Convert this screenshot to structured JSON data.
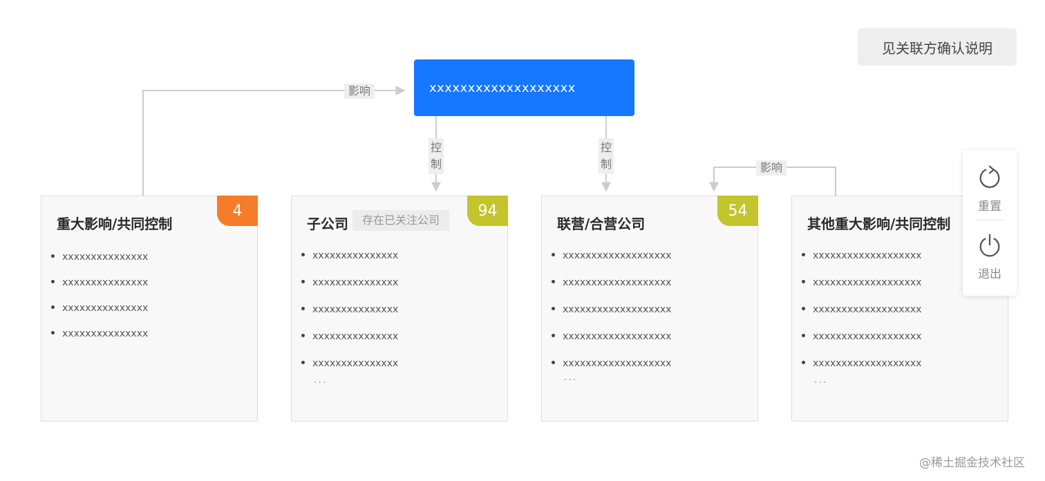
{
  "explain_button": "见关联方确认说明",
  "center_node": "xxxxxxxxxxxxxxxxxxx",
  "edges": {
    "influence_top": "影响",
    "control_left": "控制",
    "control_right": "控制",
    "influence_right": "影响"
  },
  "cards": [
    {
      "title": "重大影响/共同控制",
      "badge": "4",
      "items": [
        "xxxxxxxxxxxxxxx",
        "xxxxxxxxxxxxxxx",
        "xxxxxxxxxxxxxxx",
        "xxxxxxxxxxxxxxx"
      ],
      "more": ""
    },
    {
      "title": "子公司",
      "tag": "存在已关注公司",
      "badge": "94",
      "items": [
        "xxxxxxxxxxxxxxx",
        "xxxxxxxxxxxxxxx",
        "xxxxxxxxxxxxxxx",
        "xxxxxxxxxxxxxxx",
        "xxxxxxxxxxxxxxx"
      ],
      "more": "···"
    },
    {
      "title": "联营/合营公司",
      "badge": "54",
      "items": [
        "xxxxxxxxxxxxxxxxxxx",
        "xxxxxxxxxxxxxxxxxxx",
        "xxxxxxxxxxxxxxxxxxx",
        "xxxxxxxxxxxxxxxxxxx",
        "xxxxxxxxxxxxxxxxxxx"
      ],
      "more": "···"
    },
    {
      "title": "其他重大影响/共同控制",
      "items": [
        "xxxxxxxxxxxxxxxxxxx",
        "xxxxxxxxxxxxxxxxxxx",
        "xxxxxxxxxxxxxxxxxxx",
        "xxxxxxxxxxxxxxxxxxx",
        "xxxxxxxxxxxxxxxxxxx"
      ],
      "more": "···"
    }
  ],
  "toolbar": {
    "reset_label": "重置",
    "exit_label": "退出",
    "reset_icon": "refresh-icon",
    "exit_icon": "power-icon"
  },
  "watermark": "@稀土掘金技术社区",
  "colors": {
    "primary": "#1677ff",
    "badge_orange": "#f57c28",
    "badge_olive": "#c4c42c"
  }
}
